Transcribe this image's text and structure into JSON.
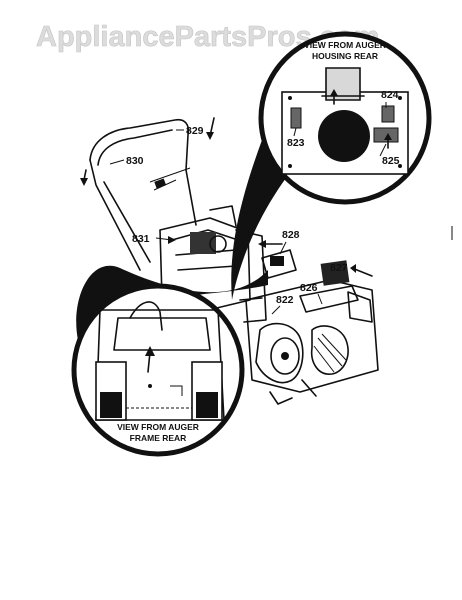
{
  "watermark": "AppliancePartsPros.com",
  "top_inset": {
    "caption_line1": "VIEW FROM AUGER",
    "caption_line2": "HOUSING REAR"
  },
  "bottom_inset": {
    "caption_line1": "VIEW FROM AUGER",
    "caption_line2": "FRAME REAR"
  },
  "callouts": {
    "p822": "822",
    "p823": "823",
    "p824": "824",
    "p825": "825",
    "p826": "826",
    "p827": "827",
    "p828": "828",
    "p829": "829",
    "p830": "830",
    "p831": "831"
  }
}
